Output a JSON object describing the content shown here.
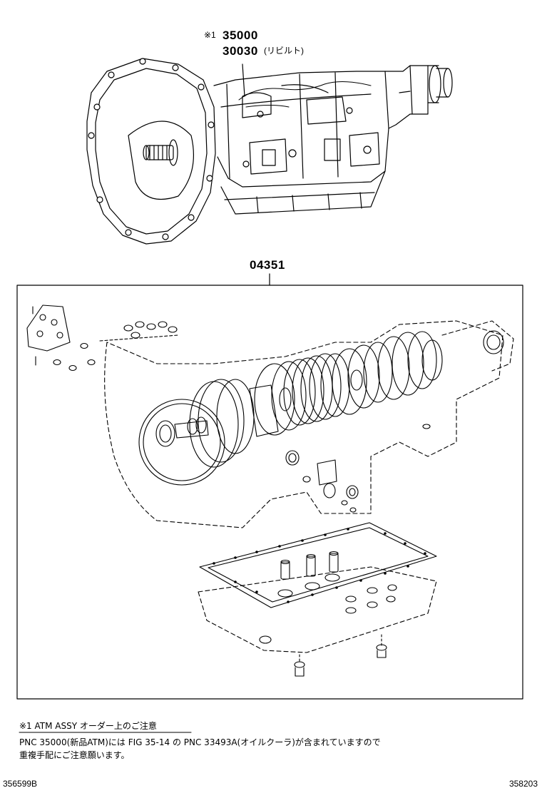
{
  "callouts": {
    "mark": "※1",
    "part_new": "35000",
    "part_rebuilt": "30030",
    "rebuilt_note": "(リビルト)",
    "kit": "04351"
  },
  "notes": {
    "heading": "※1 ATM ASSY オーダー上のご注意",
    "line1": "PNC 35000(新品ATM)には FIG 35-14 の PNC 33493A(オイルクーラ)が含まれていますので",
    "line2": "重複手配にご注意願います。"
  },
  "footer": {
    "left_code": "356599B",
    "right_code": "358203"
  }
}
